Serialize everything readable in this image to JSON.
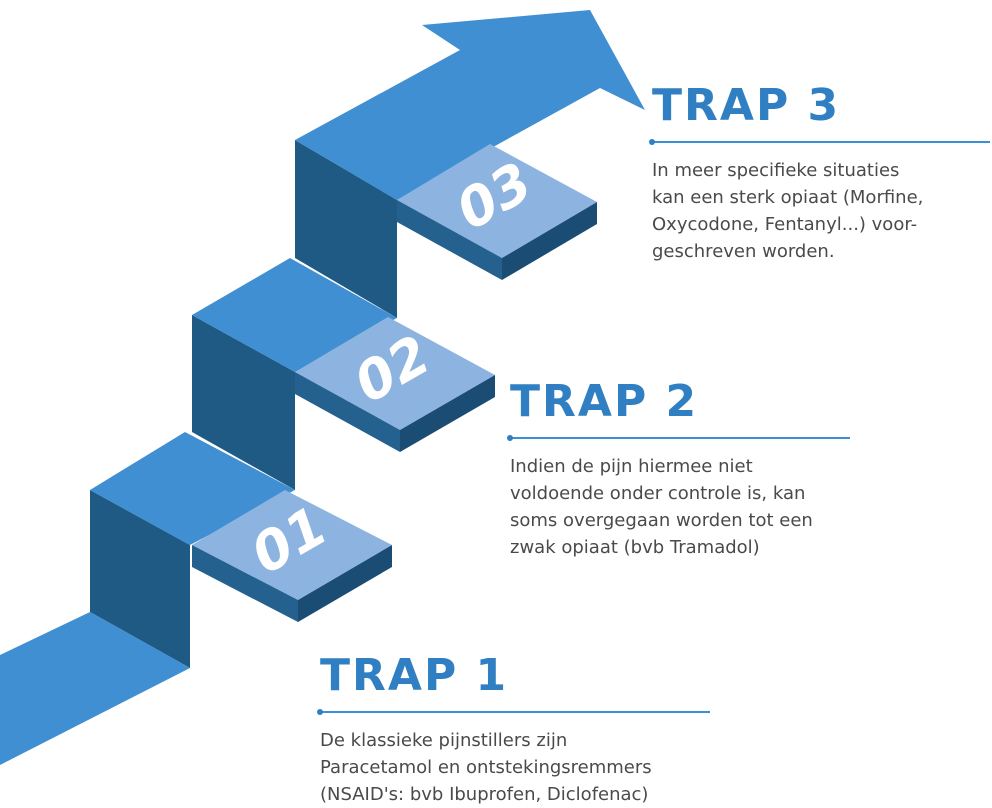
{
  "colors": {
    "arrow_top": "#3f8fd2",
    "riser_dark": "#1f5a85",
    "tile_face": "#8db4e0",
    "tile_side": "#24618f",
    "tile_side_dark": "#1b4c73",
    "heading": "#2f7fc2",
    "rule": "#3b8fd4",
    "body_text": "#4a4a4a"
  },
  "steps": [
    {
      "number": "01",
      "title": "TRAP 1",
      "body": "De klassieke pijnstillers zijn\nParacetamol en ontstekingsremmers\n(NSAID's: bvb Ibuprofen, Diclofenac)"
    },
    {
      "number": "02",
      "title": "TRAP 2",
      "body": "Indien de pijn hiermee niet\nvoldoende onder controle is, kan\nsoms overgegaan worden tot een\nzwak opiaat (bvb Tramadol)"
    },
    {
      "number": "03",
      "title": "TRAP 3",
      "body": "In meer specifieke situaties\nkan een sterk opiaat (Morfine,\nOxycodone, Fentanyl...) voor-\ngeschreven worden."
    }
  ]
}
